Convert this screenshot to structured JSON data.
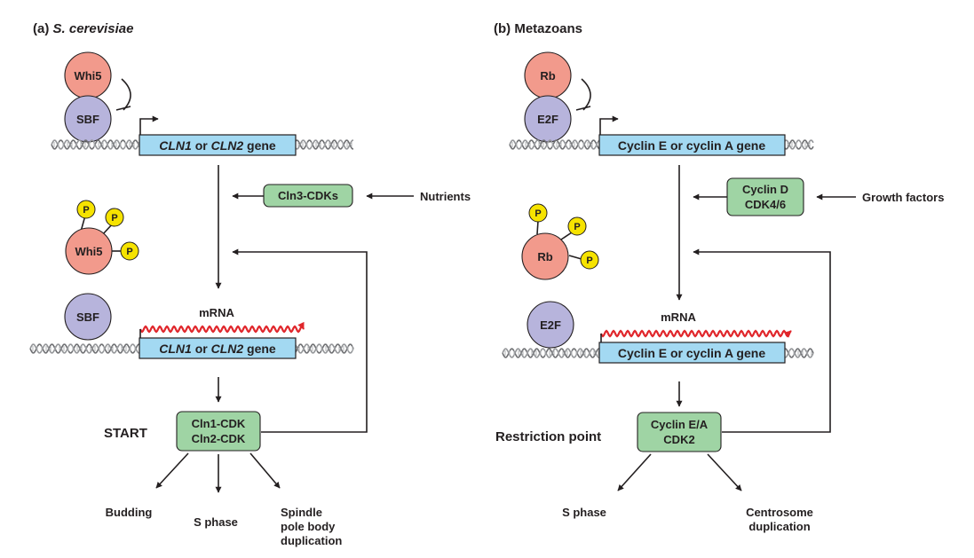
{
  "panel_a": {
    "title_letter": "(a)",
    "title_name": "S. cerevisiae",
    "inhibitor": "Whi5",
    "factor": "SBF",
    "gene_italic_1": "CLN1",
    "gene_or": " or ",
    "gene_italic_2": "CLN2",
    "gene_word": " gene",
    "upstream_kinase": "Cln3-CDKs",
    "input_signal": "Nutrients",
    "phospho": "P",
    "mrna": "mRNA",
    "checkpoint": "START",
    "complex_line1": "Cln1-CDK",
    "complex_line2": "Cln2-CDK",
    "outcome_1": "Budding",
    "outcome_2": "S phase",
    "outcome_3_line1": "Spindle",
    "outcome_3_line2": "pole body",
    "outcome_3_line3": "duplication"
  },
  "panel_b": {
    "title_letter": "(b)",
    "title_name": "Metazoans",
    "inhibitor": "Rb",
    "factor": "E2F",
    "gene": "Cyclin E or cyclin A gene",
    "upstream_line1": "Cyclin D",
    "upstream_line2": "CDK4/6",
    "input_signal": "Growth factors",
    "phospho": "P",
    "mrna": "mRNA",
    "checkpoint": "Restriction point",
    "complex_line1": "Cyclin E/A",
    "complex_line2": "CDK2",
    "outcome_1": "S phase",
    "outcome_2_line1": "Centrosome",
    "outcome_2_line2": "duplication"
  },
  "colors": {
    "gene_box": "#a3d9f2",
    "complex_box": "#9fd4a4",
    "inhibitor_protein": "#f29a8c",
    "factor_protein": "#b7b4dc",
    "phosphate": "#f6e300",
    "mrna": "#e0262b"
  }
}
